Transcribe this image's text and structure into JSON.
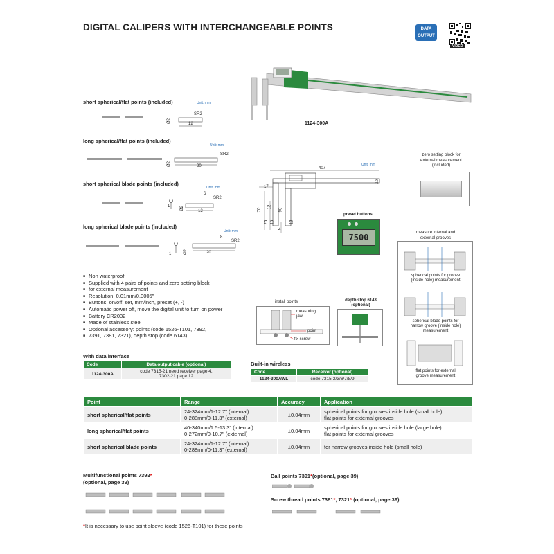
{
  "title": "DIGITAL CALIPERS WITH INTERCHANGEABLE POINTS",
  "badge": {
    "line1": "DATA",
    "line2": "OUTPUT"
  },
  "video": "VIDEO",
  "model": "1124-300A",
  "points": [
    {
      "label": "short spherical/flat points (included)",
      "unit": "Unit: mm",
      "dim_len": "12",
      "dim_dia": "Ø2",
      "dim_sr": "SR2"
    },
    {
      "label": "long spherical/flat points (included)",
      "unit": "Unit: mm",
      "dim_len": "20",
      "dim_dia": "Ø2",
      "dim_sr": "SR2"
    },
    {
      "label": "short spherical blade points (included)",
      "unit": "Unit: mm",
      "dim_len": "12",
      "dim_top": "6",
      "dim_dia": "Ø2",
      "dim_sr": "SR2",
      "dim_t": "1"
    },
    {
      "label": "long spherical blade points (included)",
      "unit": "Unit: mm",
      "dim_len": "20",
      "dim_top": "8",
      "dim_dia": "Ø2",
      "dim_sr": "SR2",
      "dim_t": "1"
    }
  ],
  "drawing": {
    "unit": "Unit: mm",
    "length": "407",
    "h16": "16",
    "h17": "17",
    "h70": "70",
    "h90": "90",
    "h12": "12",
    "h25": "25",
    "h15": "15",
    "h13": "13",
    "h4": "4"
  },
  "zero_block": {
    "line1": "zero setting block for",
    "line2": "external measurement",
    "line3": "(included)"
  },
  "preset": {
    "label": "preset buttons",
    "display": "7500"
  },
  "measure_panel": {
    "title1": "measure internal and",
    "title2": "external grooves",
    "c1a": "spherical points for groove",
    "c1b": "(inside hole) measurement",
    "c2a": "spherical blade points for",
    "c2b": "narrow groove (inside hole)",
    "c2c": "measurement",
    "c3a": "flat points for external",
    "c3b": "groove measurement"
  },
  "install": {
    "label": "install points",
    "measuring_jaw1": "measuring",
    "measuring_jaw2": "jaw",
    "point": "point",
    "fix_screw": "fix screw"
  },
  "depth": {
    "label1": "depth stop 6143",
    "label2": "(optional)"
  },
  "features": [
    "Non waterproof",
    "Supplied with 4 pairs of points and zero setting block",
    "for external measurement",
    "Resolution: 0.01mm/0.0005\"",
    "Buttons: on/off, set, mm/inch, preset (+, -)",
    "Automatic power off, move the digital unit to turn on power",
    "Battery CR2032",
    "Made of stainless steel",
    "Optional accessory: points (code 1526-T101, 7392,",
    "7391, 7381, 7321), depth stop (code 6143)"
  ],
  "data_interface": {
    "heading": "With data interface",
    "col1": "Code",
    "col2": "Data output cable (optional)",
    "code": "1124-300A",
    "cable1": "code 7315-21 need receiver page 4,",
    "cable2": "7302-21 page 12"
  },
  "wireless": {
    "heading": "Built-in wireless",
    "col1": "Code",
    "col2": "Receiver (optional)",
    "code": "1124-300AWL",
    "receiver": "code 7315-2/3/6/7/8/9"
  },
  "spec_table": {
    "headers": [
      "Point",
      "Range",
      "Accuracy",
      "Application"
    ],
    "rows": [
      {
        "point": "short spherical/flat points",
        "range1": "24-324mm/1-12.7\" (internal)",
        "range2": "0-288mm/0-11.3\" (external)",
        "accuracy": "±0.04mm",
        "app1": "spherical points for grooves inside hole (small hole)",
        "app2": "flat points for external grooves"
      },
      {
        "point": "long spherical/flat points",
        "range1": "40-340mm/1.5-13.3\" (internal)",
        "range2": "0-272mm/0-10.7\" (external)",
        "accuracy": "±0.04mm",
        "app1": "spherical points for grooves inside hole (large hole)",
        "app2": "flat points for external grooves"
      },
      {
        "point": "short spherical blade points",
        "range1": "24-324mm/1-12.7\" (internal)",
        "range2": "0-288mm/0-11.3\" (external)",
        "accuracy": "±0.04mm",
        "app1": "for narrow grooves inside hole (small hole)",
        "app2": ""
      }
    ]
  },
  "multi": {
    "line1": "Multifunctional points 7392",
    "star": "*",
    "line2": "(optional, page 39)"
  },
  "ball": {
    "text": "Ball points 7391",
    "star": "*",
    "rest": "(optional, page 39)"
  },
  "screw": {
    "text": "Screw thread points 7381",
    "star1": "*",
    "mid": ", 7321",
    "star2": "*",
    "rest": " (optional, page 39)"
  },
  "footnote": {
    "star": "*",
    "text": "It is necessary to use point sleeve (code 1526-T101) for these points"
  },
  "colors": {
    "green": "#2b8a3e",
    "blue": "#2a6fb6",
    "red": "#d11111"
  }
}
